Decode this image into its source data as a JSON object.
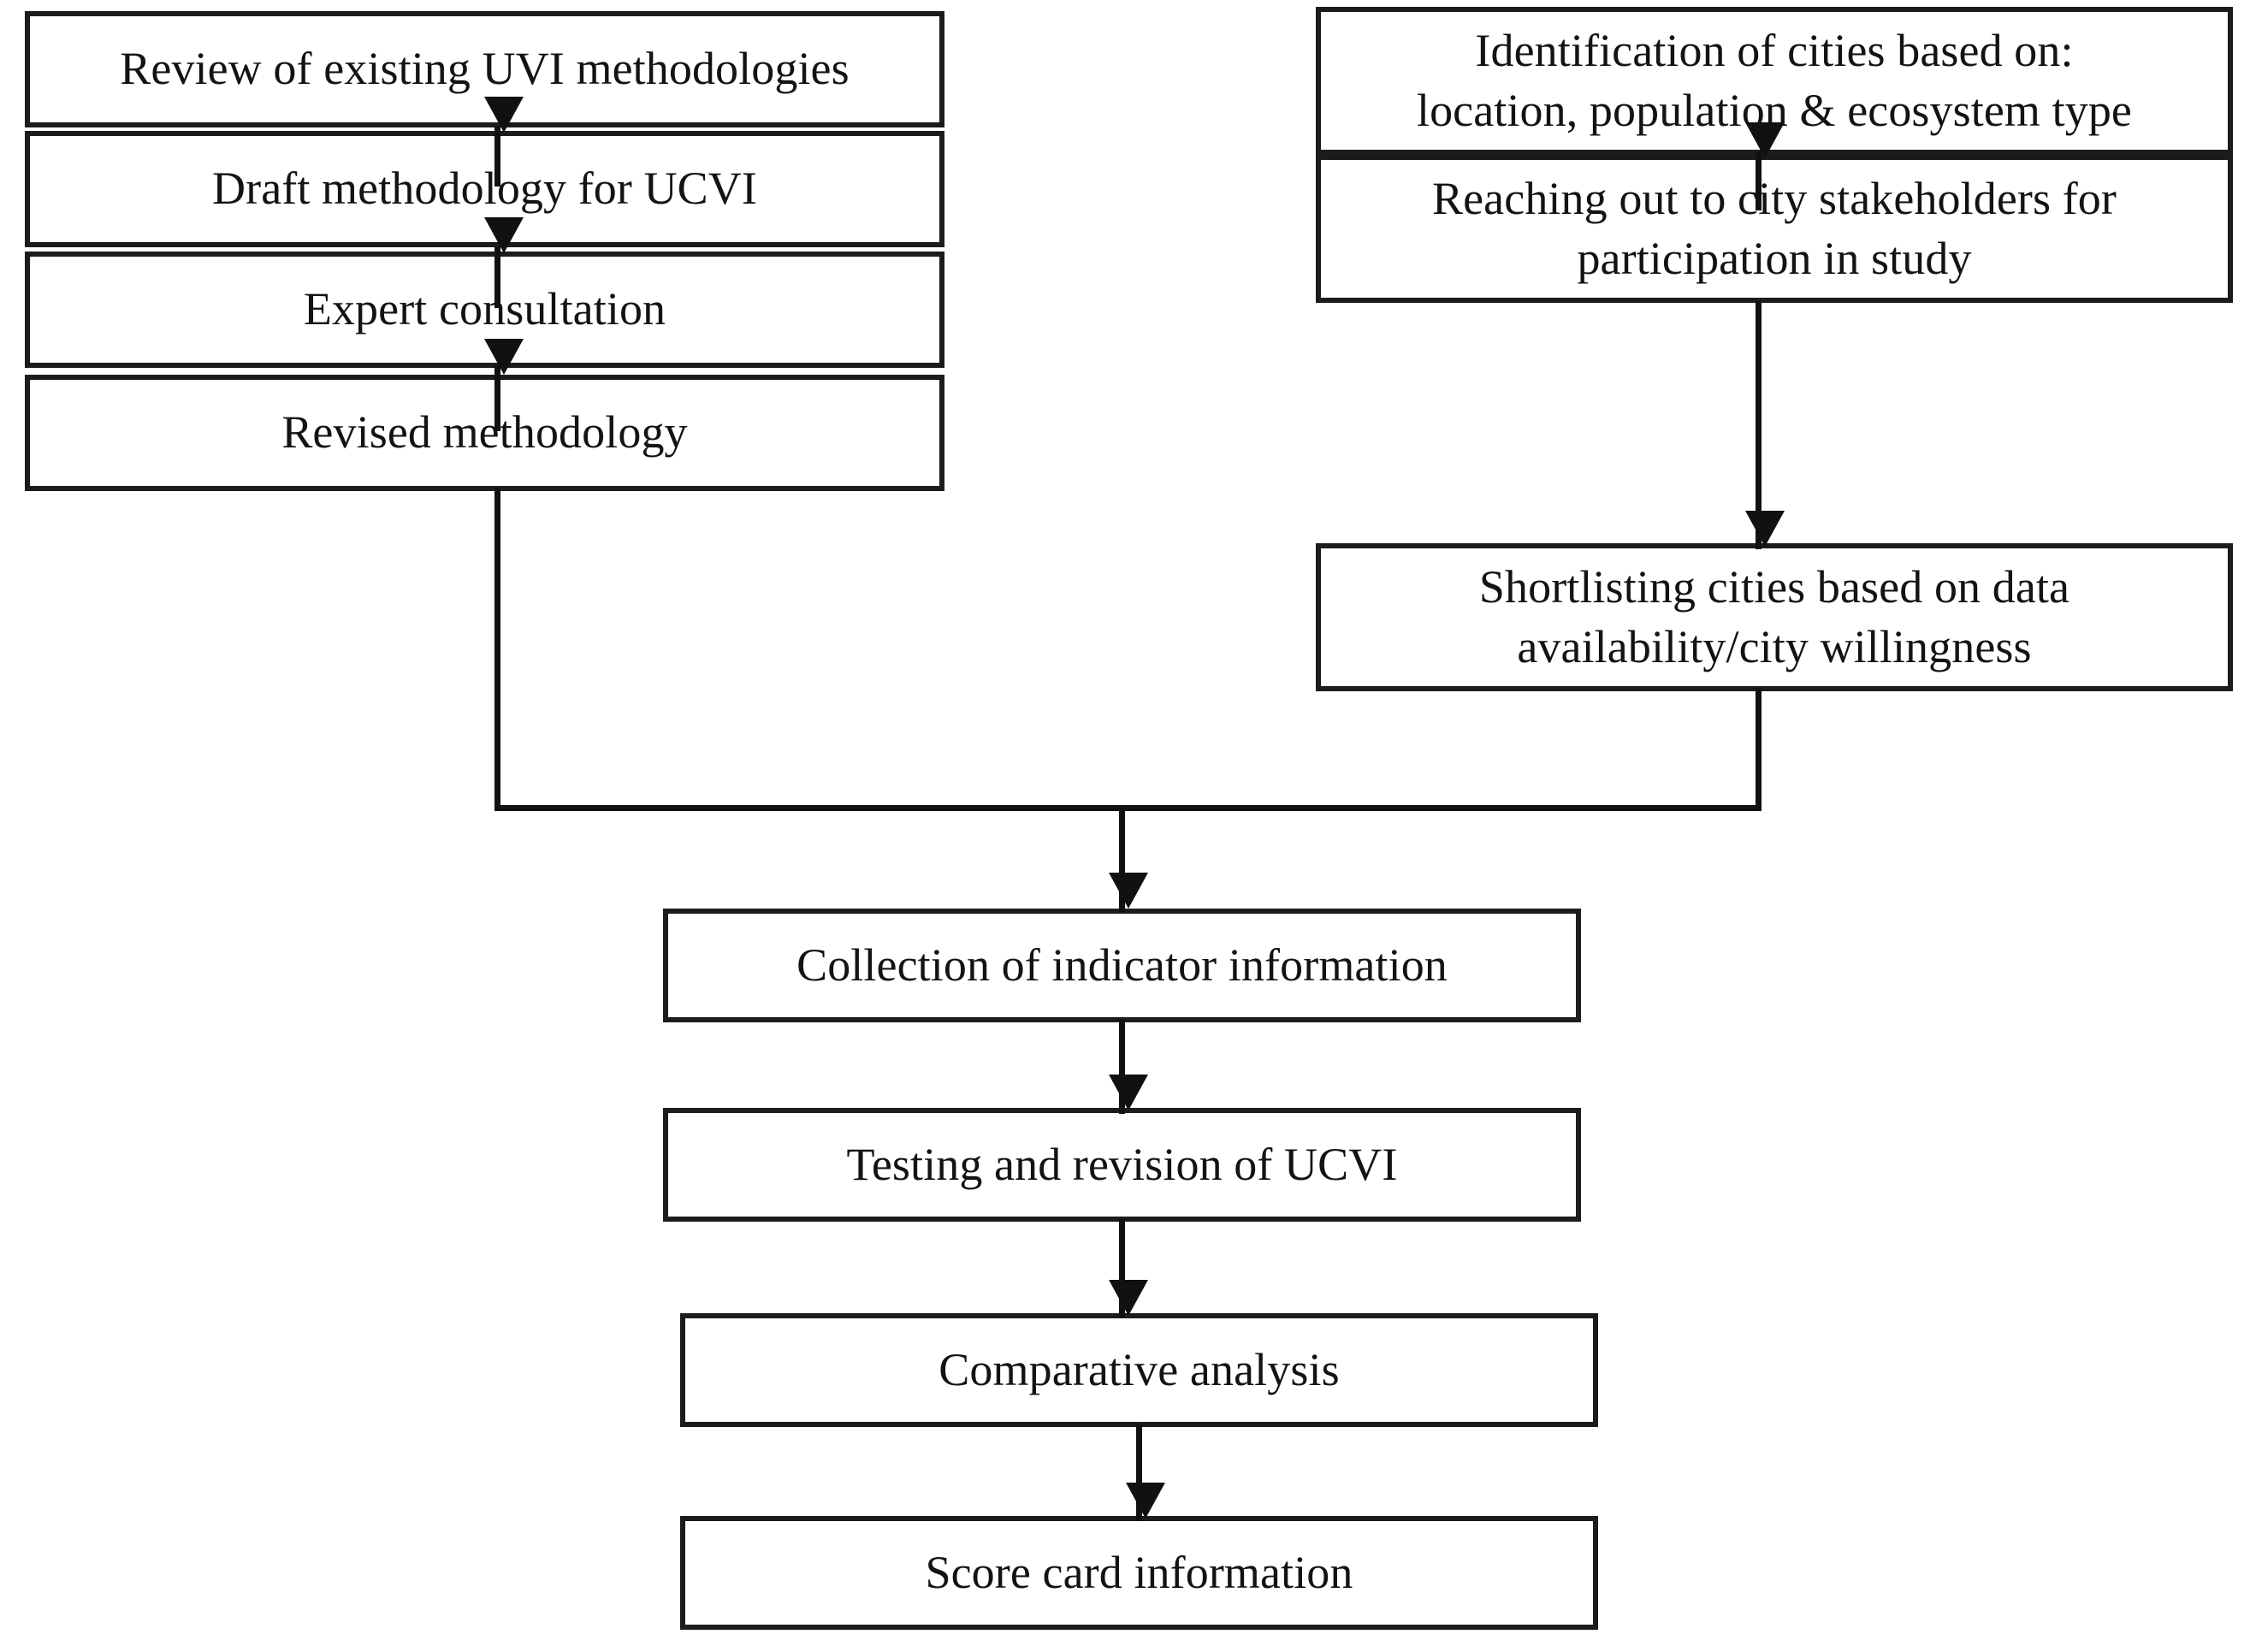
{
  "diagram": {
    "type": "flowchart",
    "title": "UCVI methodology development and city assessment workflow",
    "orientation": "top-to-bottom, two parallel branches merging",
    "styles": {
      "box_border_color": "#1c1c1c",
      "box_fill_color": "#ffffff",
      "connector_color": "#111111",
      "text_color": "#131313"
    },
    "branches": {
      "left": {
        "name": "methodology-branch",
        "nodes": [
          {
            "id": "review-uvi",
            "label": "Review of existing UVI methodologies"
          },
          {
            "id": "draft-ucvi",
            "label": "Draft methodology for UCVI"
          },
          {
            "id": "expert-consultation",
            "label": "Expert consultation"
          },
          {
            "id": "revised-methodology",
            "label": "Revised methodology"
          }
        ]
      },
      "right": {
        "name": "city-selection-branch",
        "nodes": [
          {
            "id": "identify-cities",
            "label": "Identification of cities based on:\nlocation, population & ecosystem type",
            "line1": "Identification of cities based on:",
            "line2": "location, population & ecosystem type"
          },
          {
            "id": "reach-stakeholders",
            "label": "Reaching out to city stakeholders for\nparticipation in study",
            "line1": "Reaching out to city stakeholders for",
            "line2": "participation in study"
          },
          {
            "id": "shortlist-cities",
            "label": "Shortlisting cities based on data\navailability/city willingness",
            "line1": "Shortlisting cities based on data",
            "line2": "availability/city willingness"
          }
        ]
      },
      "merged": {
        "name": "analysis-branch",
        "nodes": [
          {
            "id": "collect-indicators",
            "label": "Collection of indicator information"
          },
          {
            "id": "test-revise-ucvi",
            "label": "Testing and revision of UCVI"
          },
          {
            "id": "comparative-analysis",
            "label": "Comparative analysis"
          },
          {
            "id": "score-card",
            "label": "Score card information"
          }
        ]
      }
    },
    "edges": [
      {
        "from": "review-uvi",
        "to": "draft-ucvi",
        "kind": "arrow-down"
      },
      {
        "from": "draft-ucvi",
        "to": "expert-consultation",
        "kind": "arrow-down"
      },
      {
        "from": "expert-consultation",
        "to": "revised-methodology",
        "kind": "arrow-down"
      },
      {
        "from": "identify-cities",
        "to": "reach-stakeholders",
        "kind": "arrow-down"
      },
      {
        "from": "reach-stakeholders",
        "to": "shortlist-cities",
        "kind": "arrow-down"
      },
      {
        "from": "revised-methodology",
        "to": "collect-indicators",
        "kind": "elbow-merge"
      },
      {
        "from": "shortlist-cities",
        "to": "collect-indicators",
        "kind": "elbow-merge"
      },
      {
        "from": "collect-indicators",
        "to": "test-revise-ucvi",
        "kind": "arrow-down"
      },
      {
        "from": "test-revise-ucvi",
        "to": "comparative-analysis",
        "kind": "arrow-down"
      },
      {
        "from": "comparative-analysis",
        "to": "score-card",
        "kind": "arrow-down"
      }
    ]
  }
}
